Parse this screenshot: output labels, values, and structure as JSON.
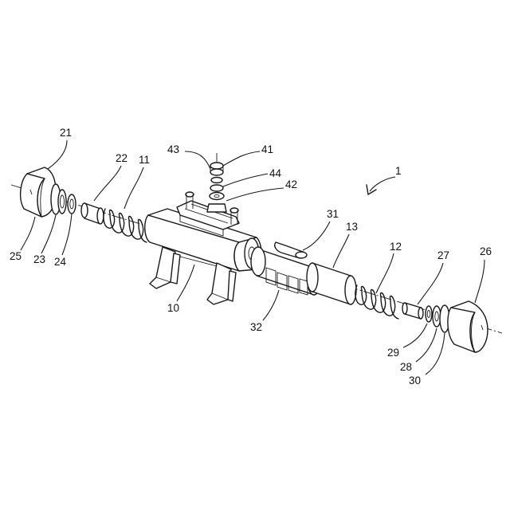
{
  "labels": {
    "n1": "1",
    "n10": "10",
    "n11": "11",
    "n12": "12",
    "n13": "13",
    "n21": "21",
    "n22": "22",
    "n23": "23",
    "n24": "24",
    "n25": "25",
    "n26": "26",
    "n27": "27",
    "n28": "28",
    "n29": "29",
    "n30": "30",
    "n31": "31",
    "n32": "32",
    "n41": "41",
    "n42": "42",
    "n43": "43",
    "n44": "44"
  }
}
